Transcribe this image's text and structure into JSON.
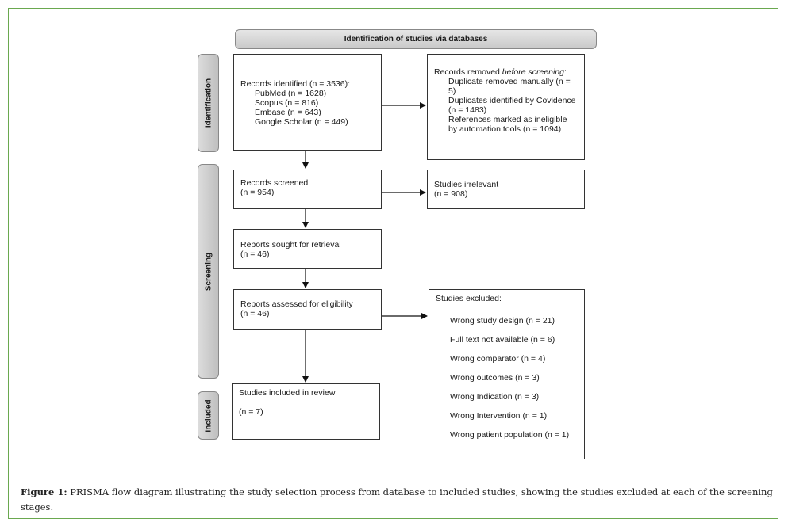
{
  "header": "Identification of studies via databases",
  "phases": {
    "identification": "Identification",
    "screening": "Screening",
    "included": "Included"
  },
  "records_identified": {
    "title": "Records identified (n = 3536):",
    "sources": [
      "PubMed (n = 1628)",
      "Scopus (n = 816)",
      "Embase (n = 643)",
      "Google Scholar (n = 449)"
    ]
  },
  "records_removed": {
    "title_prefix": "Records removed ",
    "title_emph": "before screening",
    "title_suffix": ":",
    "items": [
      "Duplicate removed manually (n = 5)",
      "Duplicates identified by Covidence (n = 1483)",
      "References marked as ineligible by automation tools (n = 1094)"
    ]
  },
  "records_screened": {
    "title": "Records screened",
    "count": "(n = 954)"
  },
  "studies_irrelevant": {
    "title": "Studies irrelevant",
    "count": "(n = 908)"
  },
  "reports_sought": {
    "title": "Reports sought for retrieval",
    "count": "(n = 46)"
  },
  "reports_assessed": {
    "title": "Reports assessed for eligibility",
    "count": "(n = 46)"
  },
  "studies_excluded": {
    "title": "Studies excluded:",
    "items": [
      "Wrong study design (n = 21)",
      "Full text not available (n = 6)",
      "Wrong comparator (n = 4)",
      "Wrong outcomes (n = 3)",
      "Wrong Indication (n = 3)",
      "Wrong Intervention (n = 1)",
      "Wrong patient population (n = 1)"
    ]
  },
  "studies_included": {
    "title": "Studies included in review",
    "count": "(n = 7)"
  },
  "caption": {
    "label": "Figure 1:",
    "text": " PRISMA flow diagram illustrating the study selection process from database to included studies, showing the studies excluded at each of the screening stages."
  },
  "colors": {
    "frame": "#6aa84f",
    "box_border": "#333333",
    "header_fill": "#d4d4d4"
  }
}
